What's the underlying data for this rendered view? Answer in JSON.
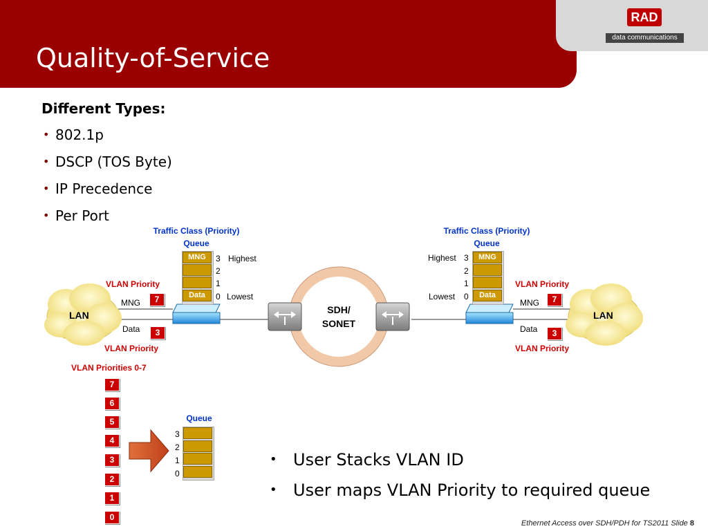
{
  "header": {
    "title": "Quality-of-Service"
  },
  "logo": {
    "brand": "RAD",
    "tagline": "data communications"
  },
  "intro": {
    "heading": "Different Types:",
    "bullets": [
      "802.1p",
      "DSCP (TOS Byte)",
      "IP Precedence",
      "Per Port"
    ]
  },
  "diagram": {
    "left": {
      "queue_title_1": "Traffic Class (Priority)",
      "queue_title_2": "Queue",
      "mng_label": "MNG",
      "data_label": "Data",
      "highest_num": "3",
      "highest_text": "Highest",
      "num2": "2",
      "num1": "1",
      "lowest_num": "0",
      "lowest_text": "Lowest",
      "vlan_priority_top": "VLAN Priority",
      "vlan_priority_bottom": "VLAN Priority",
      "line_mng": "MNG",
      "line_data": "Data",
      "mng_priority": "7",
      "data_priority": "3",
      "cloud": "LAN"
    },
    "right": {
      "queue_title_1": "Traffic Class (Priority)",
      "queue_title_2": "Queue",
      "mng_label": "MNG",
      "data_label": "Data",
      "highest_text": "Highest",
      "highest_num": "3",
      "num2": "2",
      "num1": "1",
      "lowest_text": "Lowest",
      "lowest_num": "0",
      "vlan_priority_top": "VLAN Priority",
      "vlan_priority_bottom": "VLAN Priority",
      "line_mng": "MNG",
      "line_data": "Data",
      "mng_priority": "7",
      "data_priority": "3",
      "cloud": "LAN"
    },
    "network": {
      "line1": "SDH/",
      "line2": "SONET"
    },
    "mapping": {
      "title": "VLAN Priorities 0-7",
      "priorities": [
        "7",
        "6",
        "5",
        "4",
        "3",
        "2",
        "1",
        "0"
      ],
      "queue_title": "Queue",
      "queue_numbers": [
        "3",
        "2",
        "1",
        "0"
      ]
    }
  },
  "bottom_bullets": [
    "User Stacks VLAN ID",
    "User maps VLAN Priority to required queue"
  ],
  "footer": {
    "text": "Ethernet Access over SDH/PDH for TS2011  Slide",
    "slide_number": "8"
  },
  "colors": {
    "header": "#9b0000",
    "queue_cell": "#cc9900",
    "badge": "#cc0000",
    "blue_label": "#0033cc"
  }
}
